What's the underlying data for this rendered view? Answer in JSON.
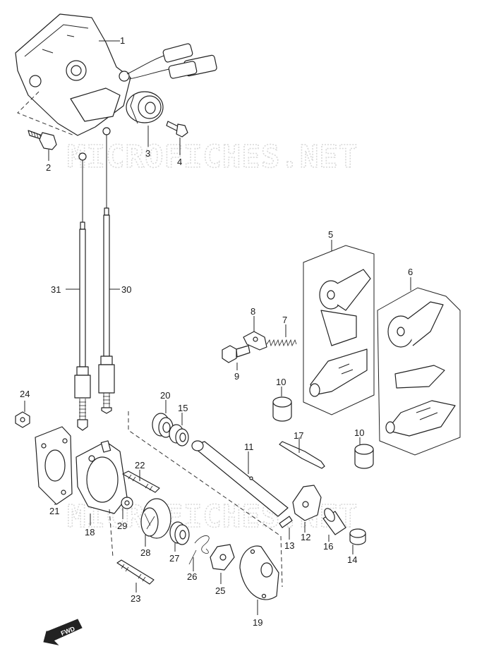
{
  "watermark": "MICROFICHES.NET",
  "fwd_label": "FWD",
  "callouts": [
    "1",
    "2",
    "3",
    "4",
    "5",
    "6",
    "7",
    "8",
    "9",
    "10",
    "10",
    "11",
    "12",
    "13",
    "14",
    "15",
    "16",
    "17",
    "18",
    "19",
    "20",
    "21",
    "22",
    "23",
    "24",
    "25",
    "26",
    "27",
    "28",
    "29",
    "30",
    "31"
  ]
}
